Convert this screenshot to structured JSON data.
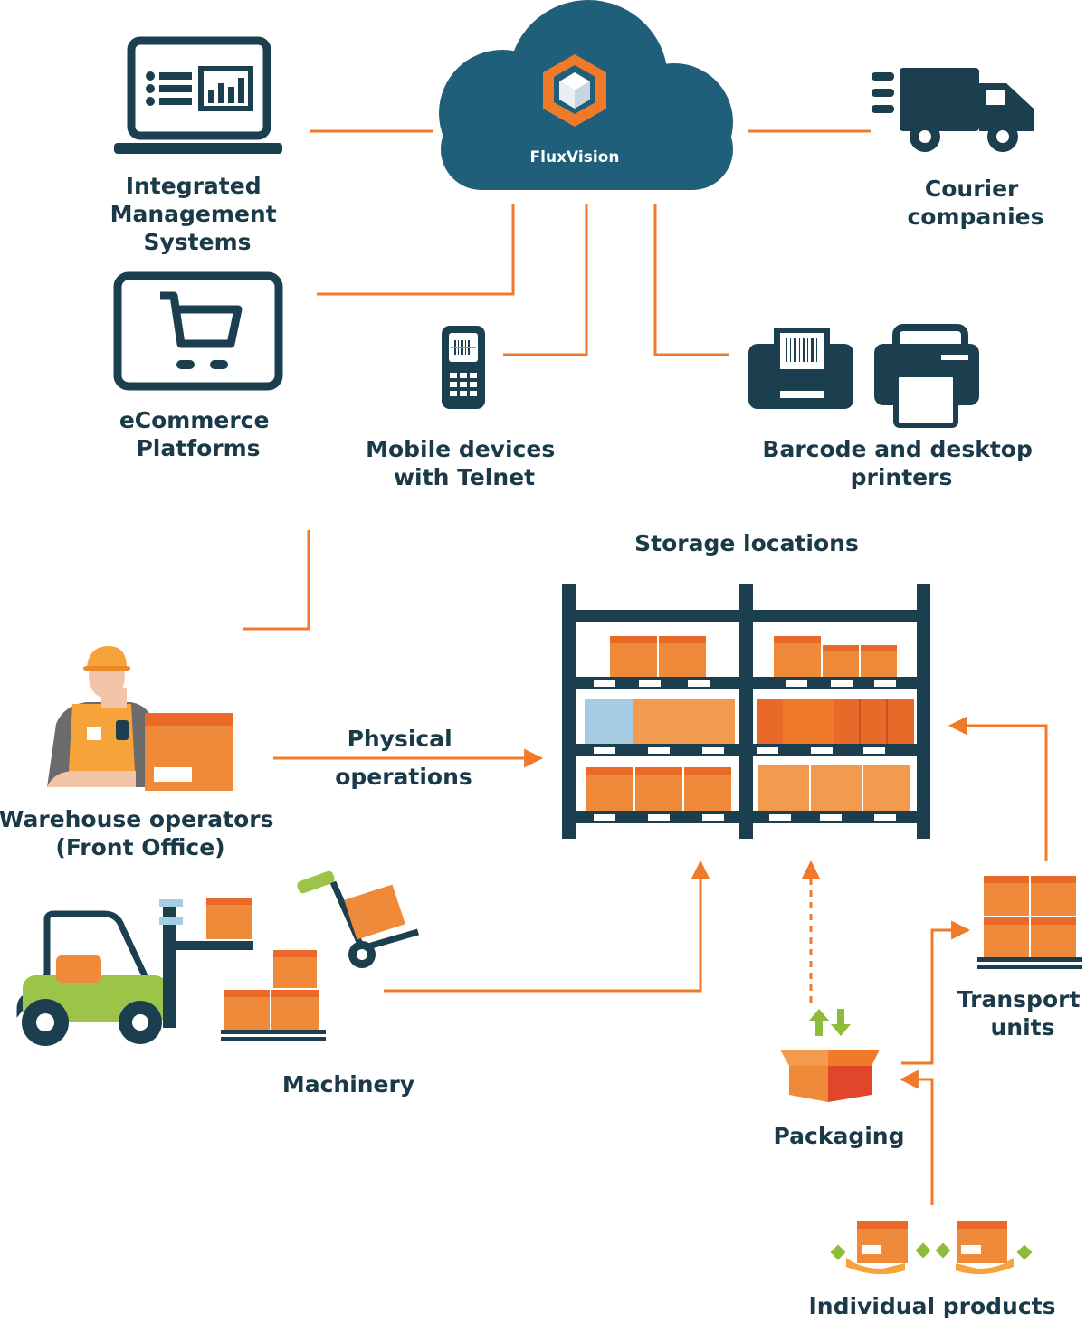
{
  "cloud": {
    "name": "FluxVision"
  },
  "nodes": {
    "ims": [
      "Integrated",
      "Management",
      "Systems"
    ],
    "courier": [
      "Courier",
      "companies"
    ],
    "ecommerce": [
      "eCommerce",
      "Platforms"
    ],
    "mobile": [
      "Mobile devices",
      "with Telnet"
    ],
    "printers": [
      "Barcode and desktop",
      "printers"
    ],
    "storage": "Storage locations",
    "physical": [
      "Physical",
      "operations"
    ],
    "operators": [
      "Warehouse operators",
      "(Front Office)"
    ],
    "machinery": "Machinery",
    "transport": [
      "Transport",
      "units"
    ],
    "packaging": "Packaging",
    "products": "Individual products"
  },
  "colors": {
    "navy": "#1c3f50",
    "cloud": "#1f5f7a",
    "orange": "#ef8a3a",
    "connector": "#ef7a2a",
    "green": "#8dbb3a"
  },
  "icons": {
    "ims": "laptop-dashboard-icon",
    "courier": "delivery-truck-icon",
    "ecommerce": "shopping-cart-screen-icon",
    "mobile": "barcode-scanner-device-icon",
    "printers": "printer-icon",
    "storage": "warehouse-shelf-icon",
    "operators": "warehouse-worker-icon",
    "machinery": "forklift-icon",
    "transport": "pallet-boxes-icon",
    "packaging": "open-box-icon",
    "products": "hand-box-icon"
  }
}
